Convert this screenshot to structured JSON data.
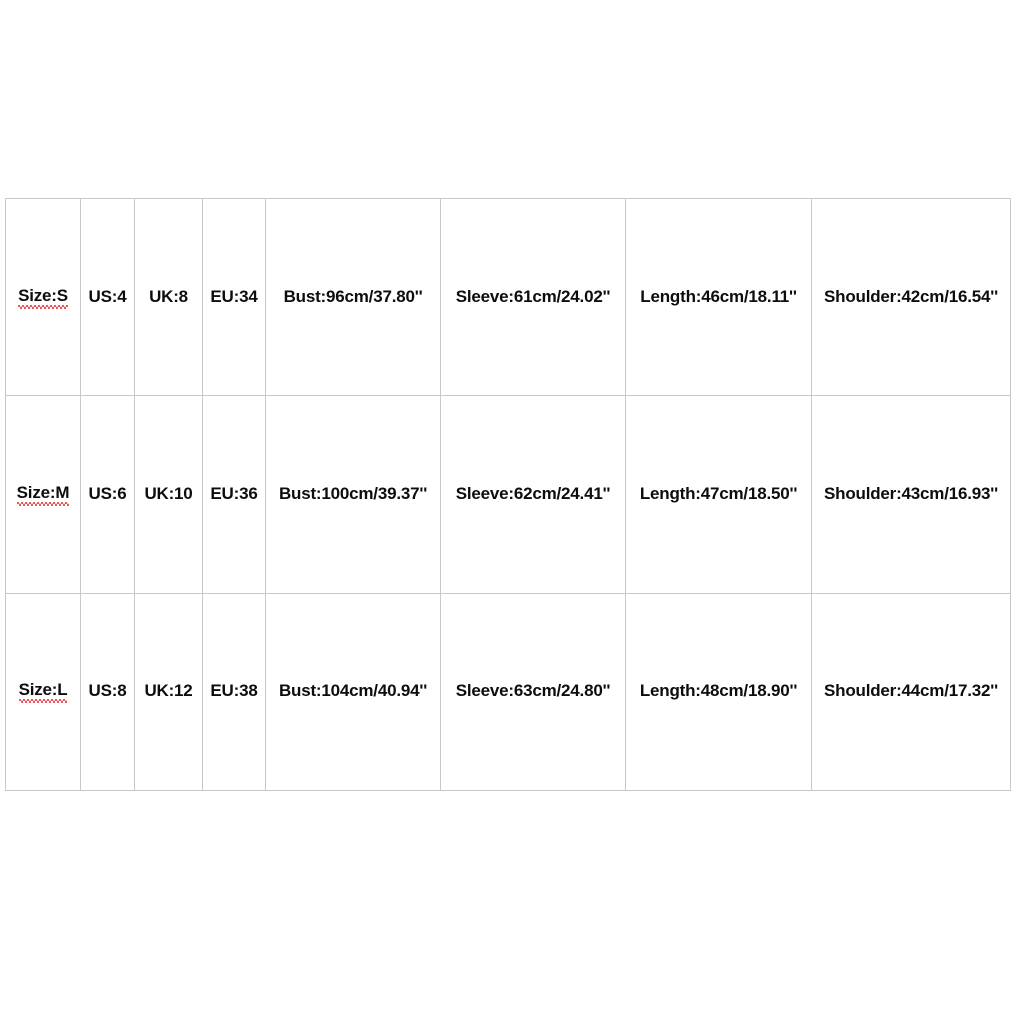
{
  "document": {
    "type": "size-chart-table",
    "background_color": "#ffffff",
    "grid_line_color": "#c9c9c9",
    "text_color": "#0d0d0d",
    "spellcheck_underline_color": "#e0202a"
  },
  "table": {
    "columns": [
      {
        "key": "size",
        "name": "size-column"
      },
      {
        "key": "us",
        "name": "us-column"
      },
      {
        "key": "uk",
        "name": "uk-column"
      },
      {
        "key": "eu",
        "name": "eu-column"
      },
      {
        "key": "bust",
        "name": "bust-column"
      },
      {
        "key": "sleeve",
        "name": "sleeve-column"
      },
      {
        "key": "length",
        "name": "length-column"
      },
      {
        "key": "shoulder",
        "name": "shoulder-column"
      }
    ],
    "rows": [
      {
        "size": "Size:S",
        "us": "US:4",
        "uk": "UK:8",
        "eu": "EU:34",
        "bust": "Bust:96cm/37.80''",
        "sleeve": "Sleeve:61cm/24.02''",
        "length": "Length:46cm/18.11''",
        "shoulder": "Shoulder:42cm/16.54''"
      },
      {
        "size": "Size:M",
        "us": "US:6",
        "uk": "UK:10",
        "eu": "EU:36",
        "bust": "Bust:100cm/39.37''",
        "sleeve": "Sleeve:62cm/24.41''",
        "length": "Length:47cm/18.50''",
        "shoulder": "Shoulder:43cm/16.93''"
      },
      {
        "size": "Size:L",
        "us": "US:8",
        "uk": "UK:12",
        "eu": "EU:38",
        "bust": "Bust:104cm/40.94''",
        "sleeve": "Sleeve:63cm/24.80''",
        "length": "Length:48cm/18.90''",
        "shoulder": "Shoulder:44cm/17.32''"
      }
    ]
  }
}
